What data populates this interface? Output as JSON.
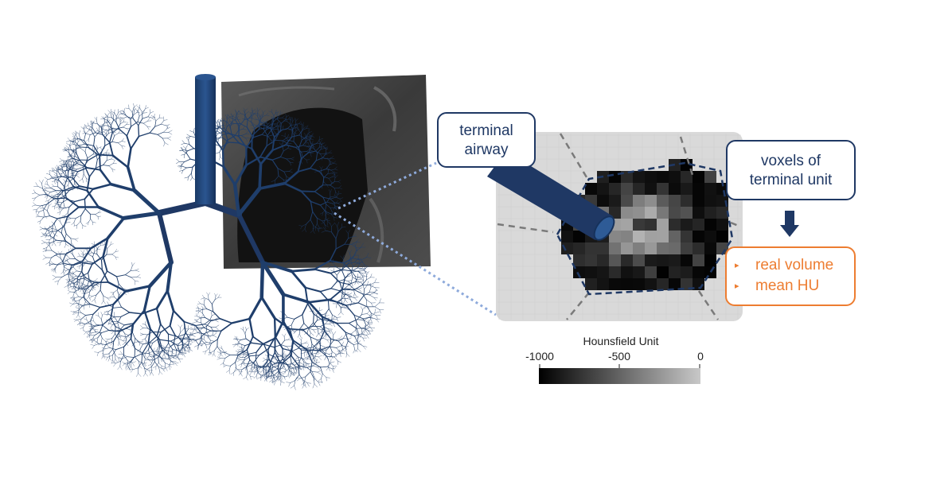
{
  "callouts": {
    "terminal_airway": [
      "terminal",
      "airway"
    ],
    "voxels": [
      "voxels of",
      "terminal unit"
    ]
  },
  "results": {
    "items": [
      "real volume",
      "mean HU"
    ]
  },
  "colorbar": {
    "title": "Hounsfield Unit",
    "ticks": [
      {
        "value": -1000,
        "label": "-1000"
      },
      {
        "value": -500,
        "label": "-500"
      },
      {
        "value": 0,
        "label": "0"
      }
    ],
    "range": [
      -1000,
      0
    ]
  },
  "colors": {
    "airway_blue": "#1f3864",
    "orange": "#ed7d31",
    "dotted_link": "#8eaadb",
    "panel_gray": "#d9d9d9"
  }
}
